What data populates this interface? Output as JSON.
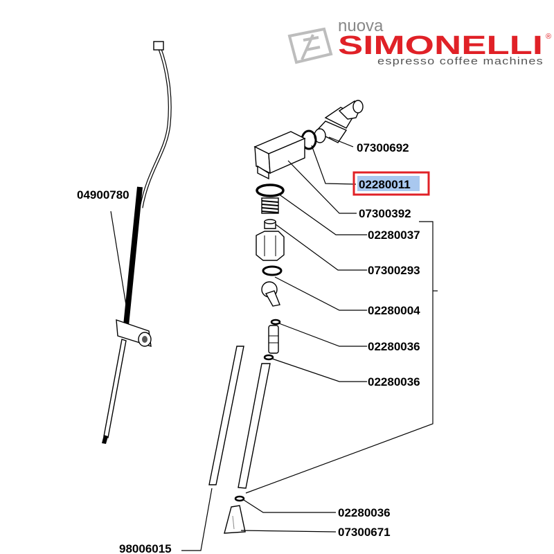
{
  "brand": {
    "prefix": "nuova",
    "name": "SIMONELLI",
    "registered": "®",
    "tagline": "espresso coffee machines"
  },
  "parts": [
    {
      "code": "07300692",
      "highlighted": false
    },
    {
      "code": "02280011",
      "highlighted": true
    },
    {
      "code": "07300392",
      "highlighted": false
    },
    {
      "code": "02280037",
      "highlighted": false
    },
    {
      "code": "07300293",
      "highlighted": false
    },
    {
      "code": "02280004",
      "highlighted": false
    },
    {
      "code": "02280036",
      "highlighted": false
    },
    {
      "code": "02280036",
      "highlighted": false
    },
    {
      "code": "02280036",
      "highlighted": false
    },
    {
      "code": "07300671",
      "highlighted": false
    },
    {
      "code": "04900780",
      "highlighted": false
    },
    {
      "code": "98006015",
      "highlighted": false
    }
  ],
  "colors": {
    "brand_red": "#e02127",
    "highlight": "#e02127",
    "selection": "#a9c8ef"
  }
}
